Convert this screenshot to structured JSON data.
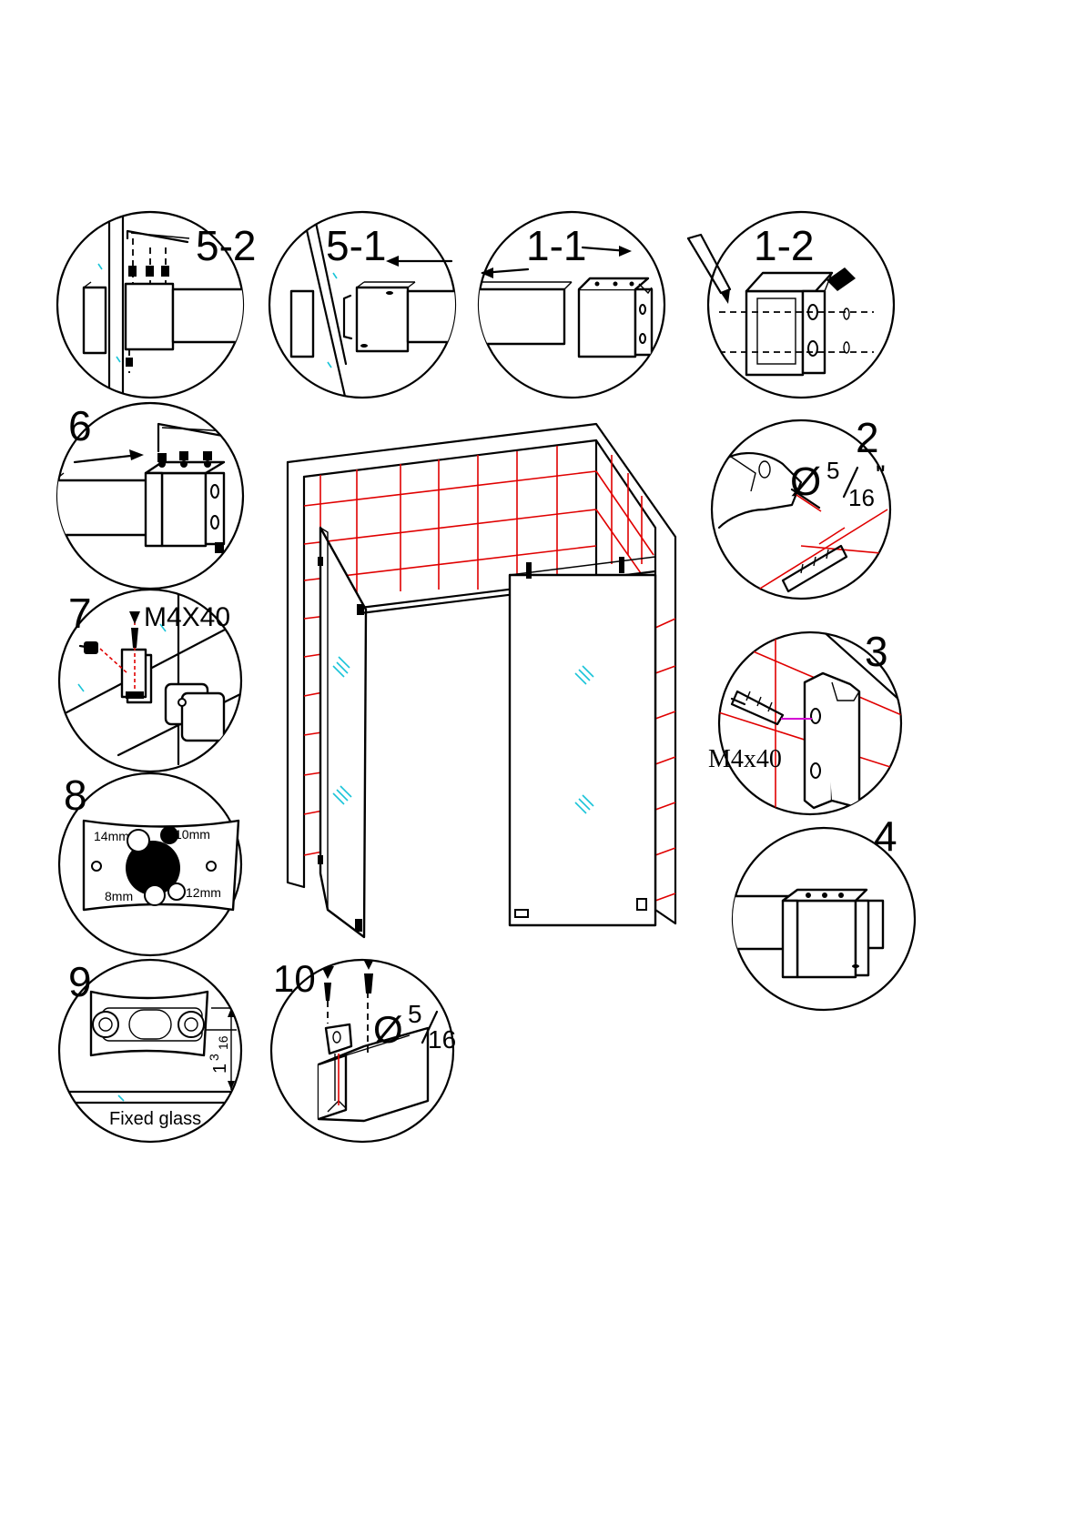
{
  "step_labels": {
    "s5_2": "5-2",
    "s5_1": "5-1",
    "s1_1": "1-1",
    "s1_2": "1-2",
    "s6": "6",
    "s2": "2",
    "s7": "7",
    "s3": "3",
    "s8": "8",
    "s4": "4",
    "s9": "9",
    "s10": "10"
  },
  "annotations": {
    "screw_spec_7": "M4X40",
    "screw_spec_3": "M4x40",
    "drill_symbol": "Ø",
    "frac_num": "5",
    "frac_den": "16",
    "inch_mark": "\"",
    "gauge_14": "14mm",
    "gauge_10": "10mm",
    "gauge_8": "8mm",
    "gauge_12": "12mm",
    "dim_whole": "1",
    "dim_num": "3",
    "dim_den": "16",
    "fixed_glass": "Fixed glass"
  },
  "colors": {
    "tile_grid": "#e00000",
    "glass_mark": "#19c4d8",
    "screw_line": "#d400d4"
  }
}
